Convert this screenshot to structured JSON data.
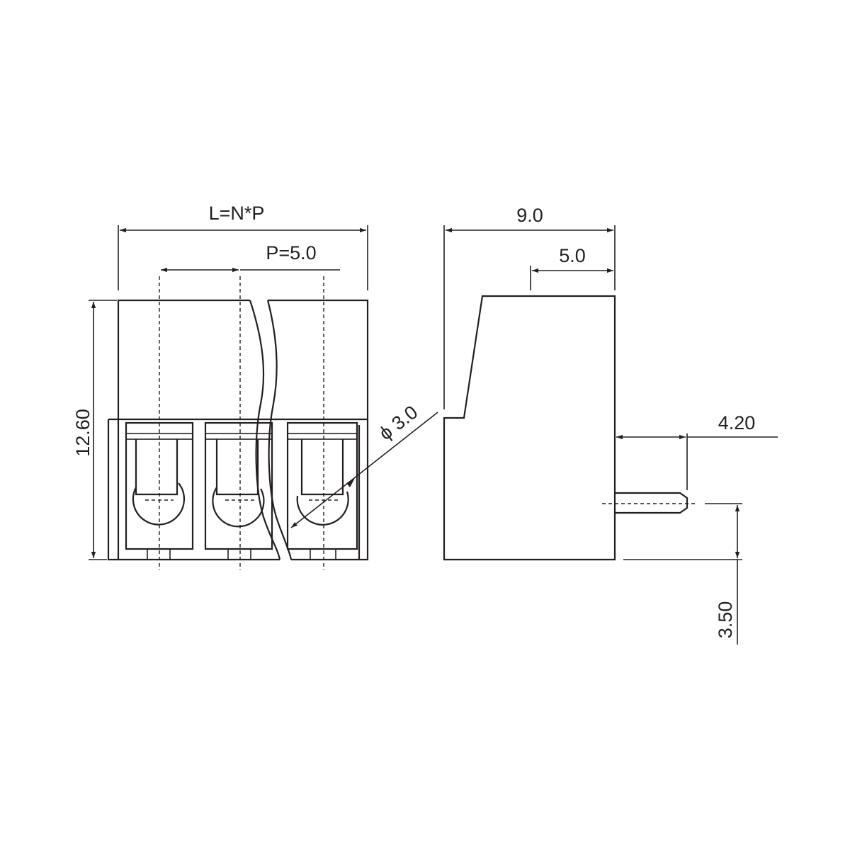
{
  "front_view": {
    "overall_length_label": "L=N*P",
    "pitch_label": "P=5.0",
    "height_label": "12.60",
    "hole_diameter_label": "ϕ 3.0"
  },
  "side_view": {
    "depth_label": "9.0",
    "top_offset_label": "5.0",
    "pin_length_label": "4.20",
    "pin_height_label": "3.50"
  },
  "colors": {
    "line": "#231f20",
    "background": "#ffffff"
  }
}
